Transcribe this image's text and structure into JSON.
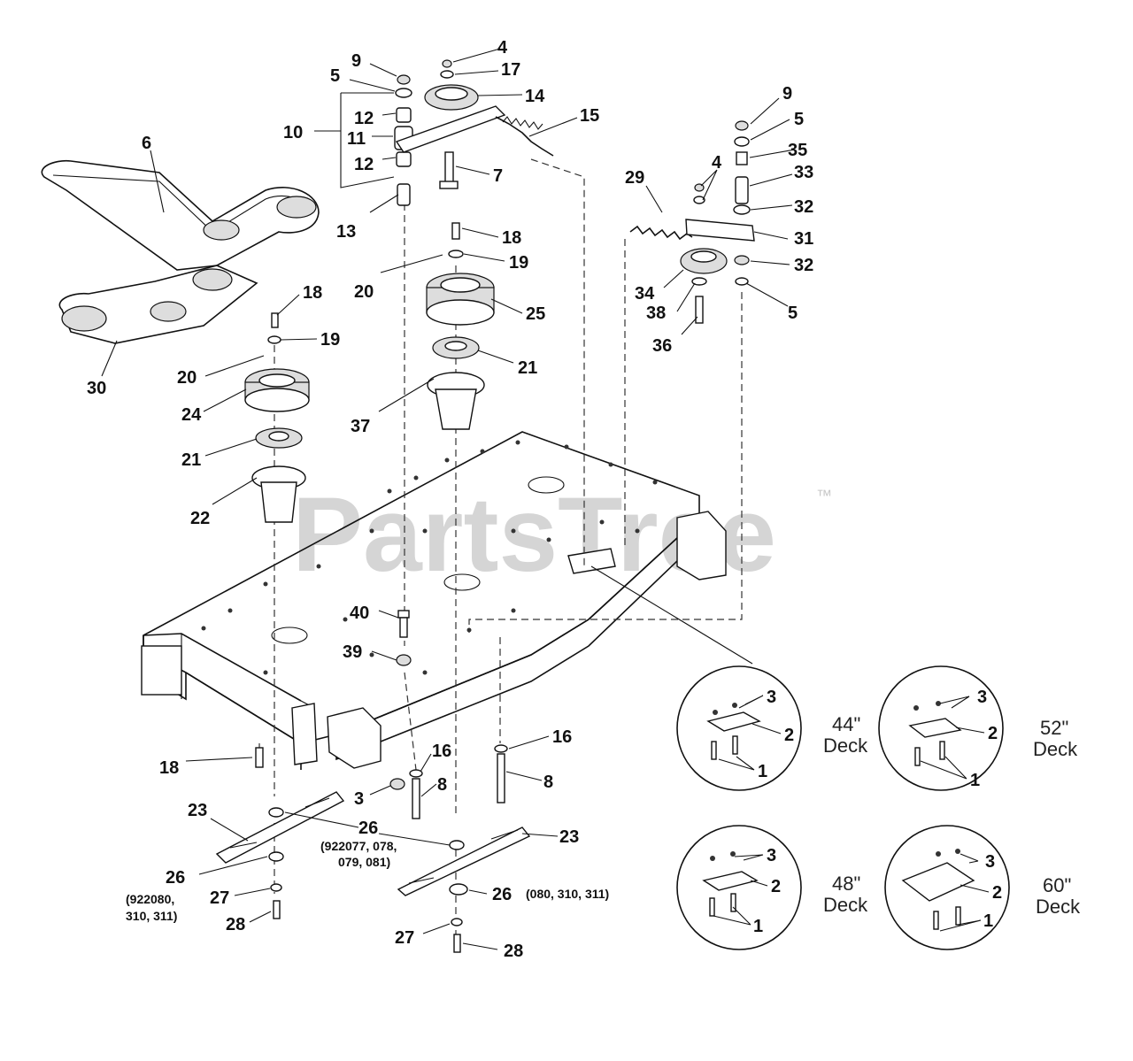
{
  "watermark": {
    "text": "PartsTree",
    "trademark": "™"
  },
  "callouts": [
    "1",
    "2",
    "3",
    "4",
    "5",
    "6",
    "7",
    "8",
    "9",
    "10",
    "11",
    "12",
    "13",
    "14",
    "15",
    "16",
    "17",
    "18",
    "19",
    "20",
    "21",
    "22",
    "23",
    "24",
    "25",
    "26",
    "27",
    "28",
    "29",
    "30",
    "31",
    "32",
    "33",
    "34",
    "35",
    "36",
    "37",
    "38",
    "39",
    "40"
  ],
  "notes": {
    "n26_left_a": "(922080,",
    "n26_left_b": "310, 311)",
    "n26_mid_a": "(922077, 078,",
    "n26_mid_b": "079, 081)",
    "n26_right": "(080, 310, 311)"
  },
  "deck_details": [
    {
      "size": "44\"",
      "word": "Deck"
    },
    {
      "size": "52\"",
      "word": "Deck"
    },
    {
      "size": "48\"",
      "word": "Deck"
    },
    {
      "size": "60\"",
      "word": "Deck"
    }
  ]
}
